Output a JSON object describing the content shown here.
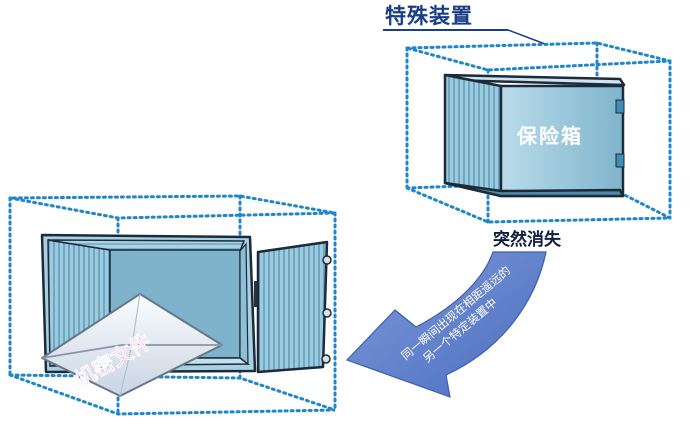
{
  "labels": {
    "device_title": "特殊装置",
    "safe_label": "保险箱",
    "vanish_caption": "突然消失",
    "document_label": "机密文件",
    "arrow_text_line1": "同一瞬间出现在相距遥远的",
    "arrow_text_line2": "另一个特定装置中"
  },
  "colors": {
    "dotted_frame": "#1f86c9",
    "safe_body": "#8fc3d8",
    "safe_dark": "#4f8aa6",
    "arrow_fill": "#5c7fcb",
    "title_text": "#1b3f86",
    "document_text": "#c318c7"
  },
  "icons": {
    "safe": "safe-box-icon",
    "envelope": "envelope-icon",
    "arrow": "curved-arrow-icon"
  }
}
